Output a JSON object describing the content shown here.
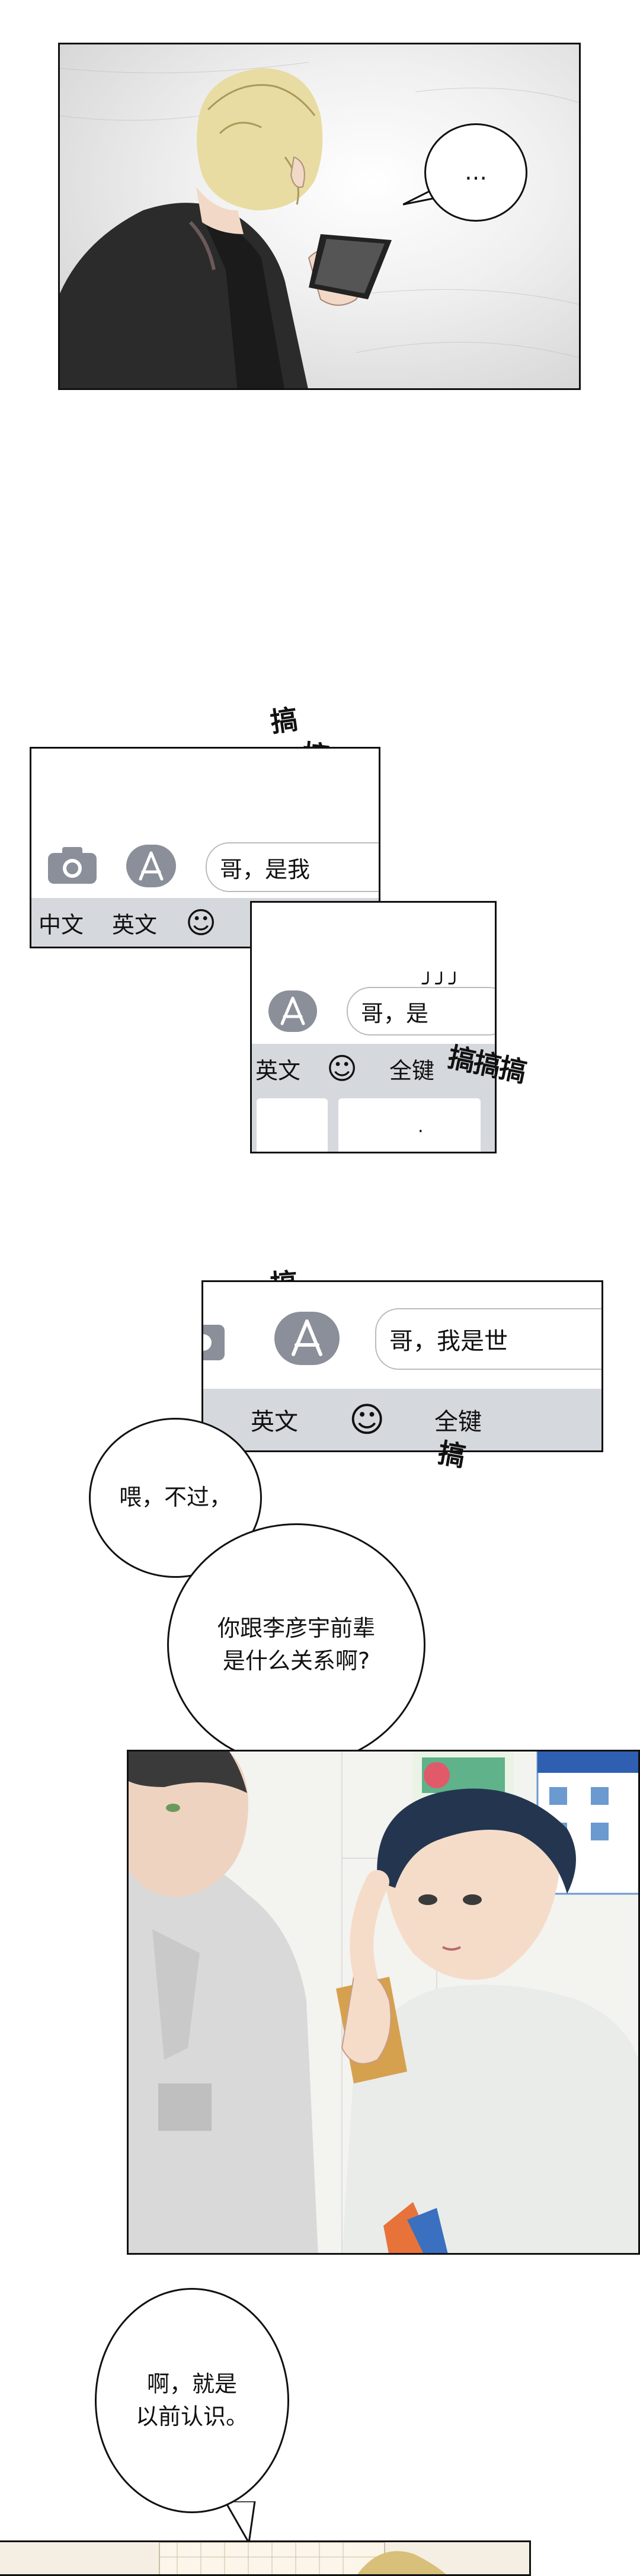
{
  "bubbles": {
    "ellipsis": "…",
    "but": "喂，不过，",
    "question": "你跟李彦宇前辈\n是什么关系啊?",
    "answer": "啊，就是\n以前认识。"
  },
  "keyboard1": {
    "input_text": "哥，是我",
    "tab_chinese": "中文",
    "tab_english": "英文",
    "emoji": "☺"
  },
  "keyboard2": {
    "input_text": "哥，是",
    "tab_english": "英文",
    "emoji": "☺",
    "tab_full": "全键",
    "key_dot": "."
  },
  "keyboard3": {
    "input_text": "哥，我是世",
    "tab_english": "英文",
    "emoji": "☺",
    "tab_full": "全键"
  },
  "sfx": {
    "tap1": "搞",
    "tap2": "搞..",
    "tap3": "搞搞搞",
    "tap4": "搞",
    "tap5": "搞",
    "ticks": "╯╯╯"
  },
  "colors": {
    "keyboard_bar": "#d5d8dd",
    "icon_gray": "#8a8f99"
  }
}
